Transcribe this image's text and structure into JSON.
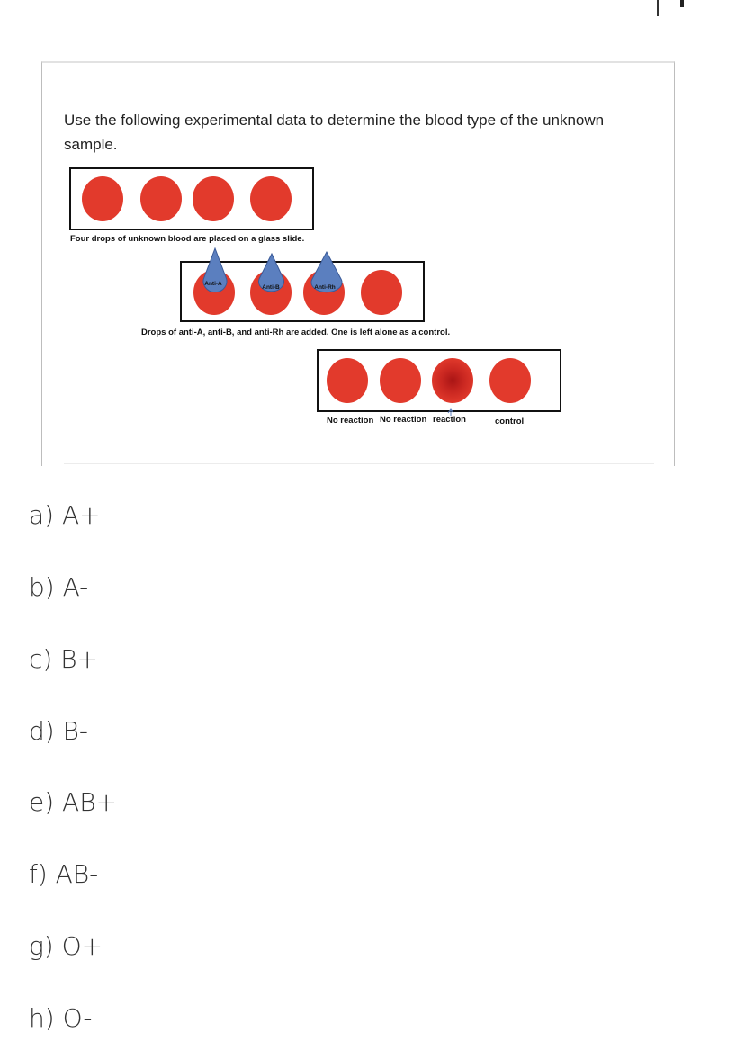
{
  "question": {
    "text": "Use the following experimental data to determine the blood type of the unknown sample."
  },
  "diagram": {
    "caption_step1": "Four drops of unknown blood are placed on a glass slide.",
    "caption_step2": "Drops of anti-A, anti-B, and anti-Rh are added.  One is left alone as a control.",
    "reagents": [
      "Anti-A",
      "Anti-B",
      "Anti-Rh"
    ],
    "results": [
      "No reaction",
      "No reaction",
      "reaction",
      "control"
    ],
    "colors": {
      "blood": "#e23a2c",
      "reagent": "#5b7fbf",
      "reaction_center": "#a91515"
    }
  },
  "options": [
    {
      "label": "a) A+"
    },
    {
      "label": "b) A-"
    },
    {
      "label": "c) B+"
    },
    {
      "label": "d) B-"
    },
    {
      "label": "e) AB+"
    },
    {
      "label": "f) AB-"
    },
    {
      "label": "g) O+"
    },
    {
      "label": "h) O-"
    }
  ]
}
